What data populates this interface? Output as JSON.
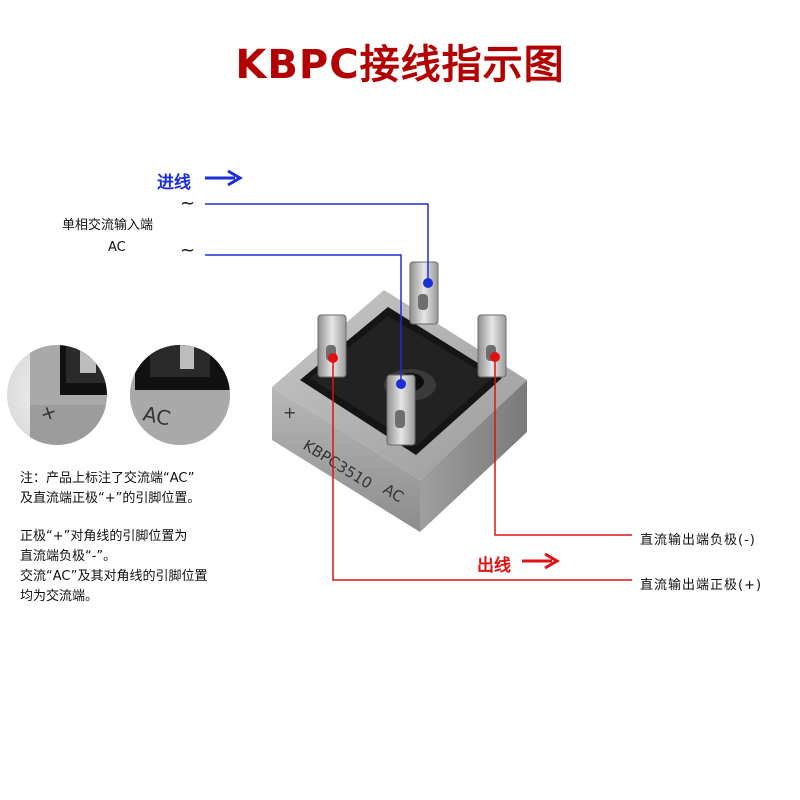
{
  "title": "KBPC接线指示图",
  "input": {
    "arrow_label": "进线",
    "ac_label_line1": "单相交流输入端",
    "ac_label_line2": "AC",
    "tilde": "~"
  },
  "output": {
    "arrow_label": "出线",
    "negative_label": "直流输出端负极(-)",
    "positive_label": "直流输出端正极(+)"
  },
  "device": {
    "model_text": "KBPC3510",
    "ac_mark": "AC",
    "plus_mark": "+"
  },
  "zoom": {
    "plus_mark": "+",
    "ac_mark": "AC"
  },
  "notes": [
    "注：产品上标注了交流端“AC”",
    "及直流端正极“+”的引脚位置。",
    "",
    "正极“+”对角线的引脚位置为",
    "直流端负极“-”。",
    "交流“AC”及其对角线的引脚位置",
    "均为交流端。"
  ],
  "colors": {
    "title": "#b30000",
    "input_blue": "#1c2fd6",
    "output_red": "#e01111"
  }
}
